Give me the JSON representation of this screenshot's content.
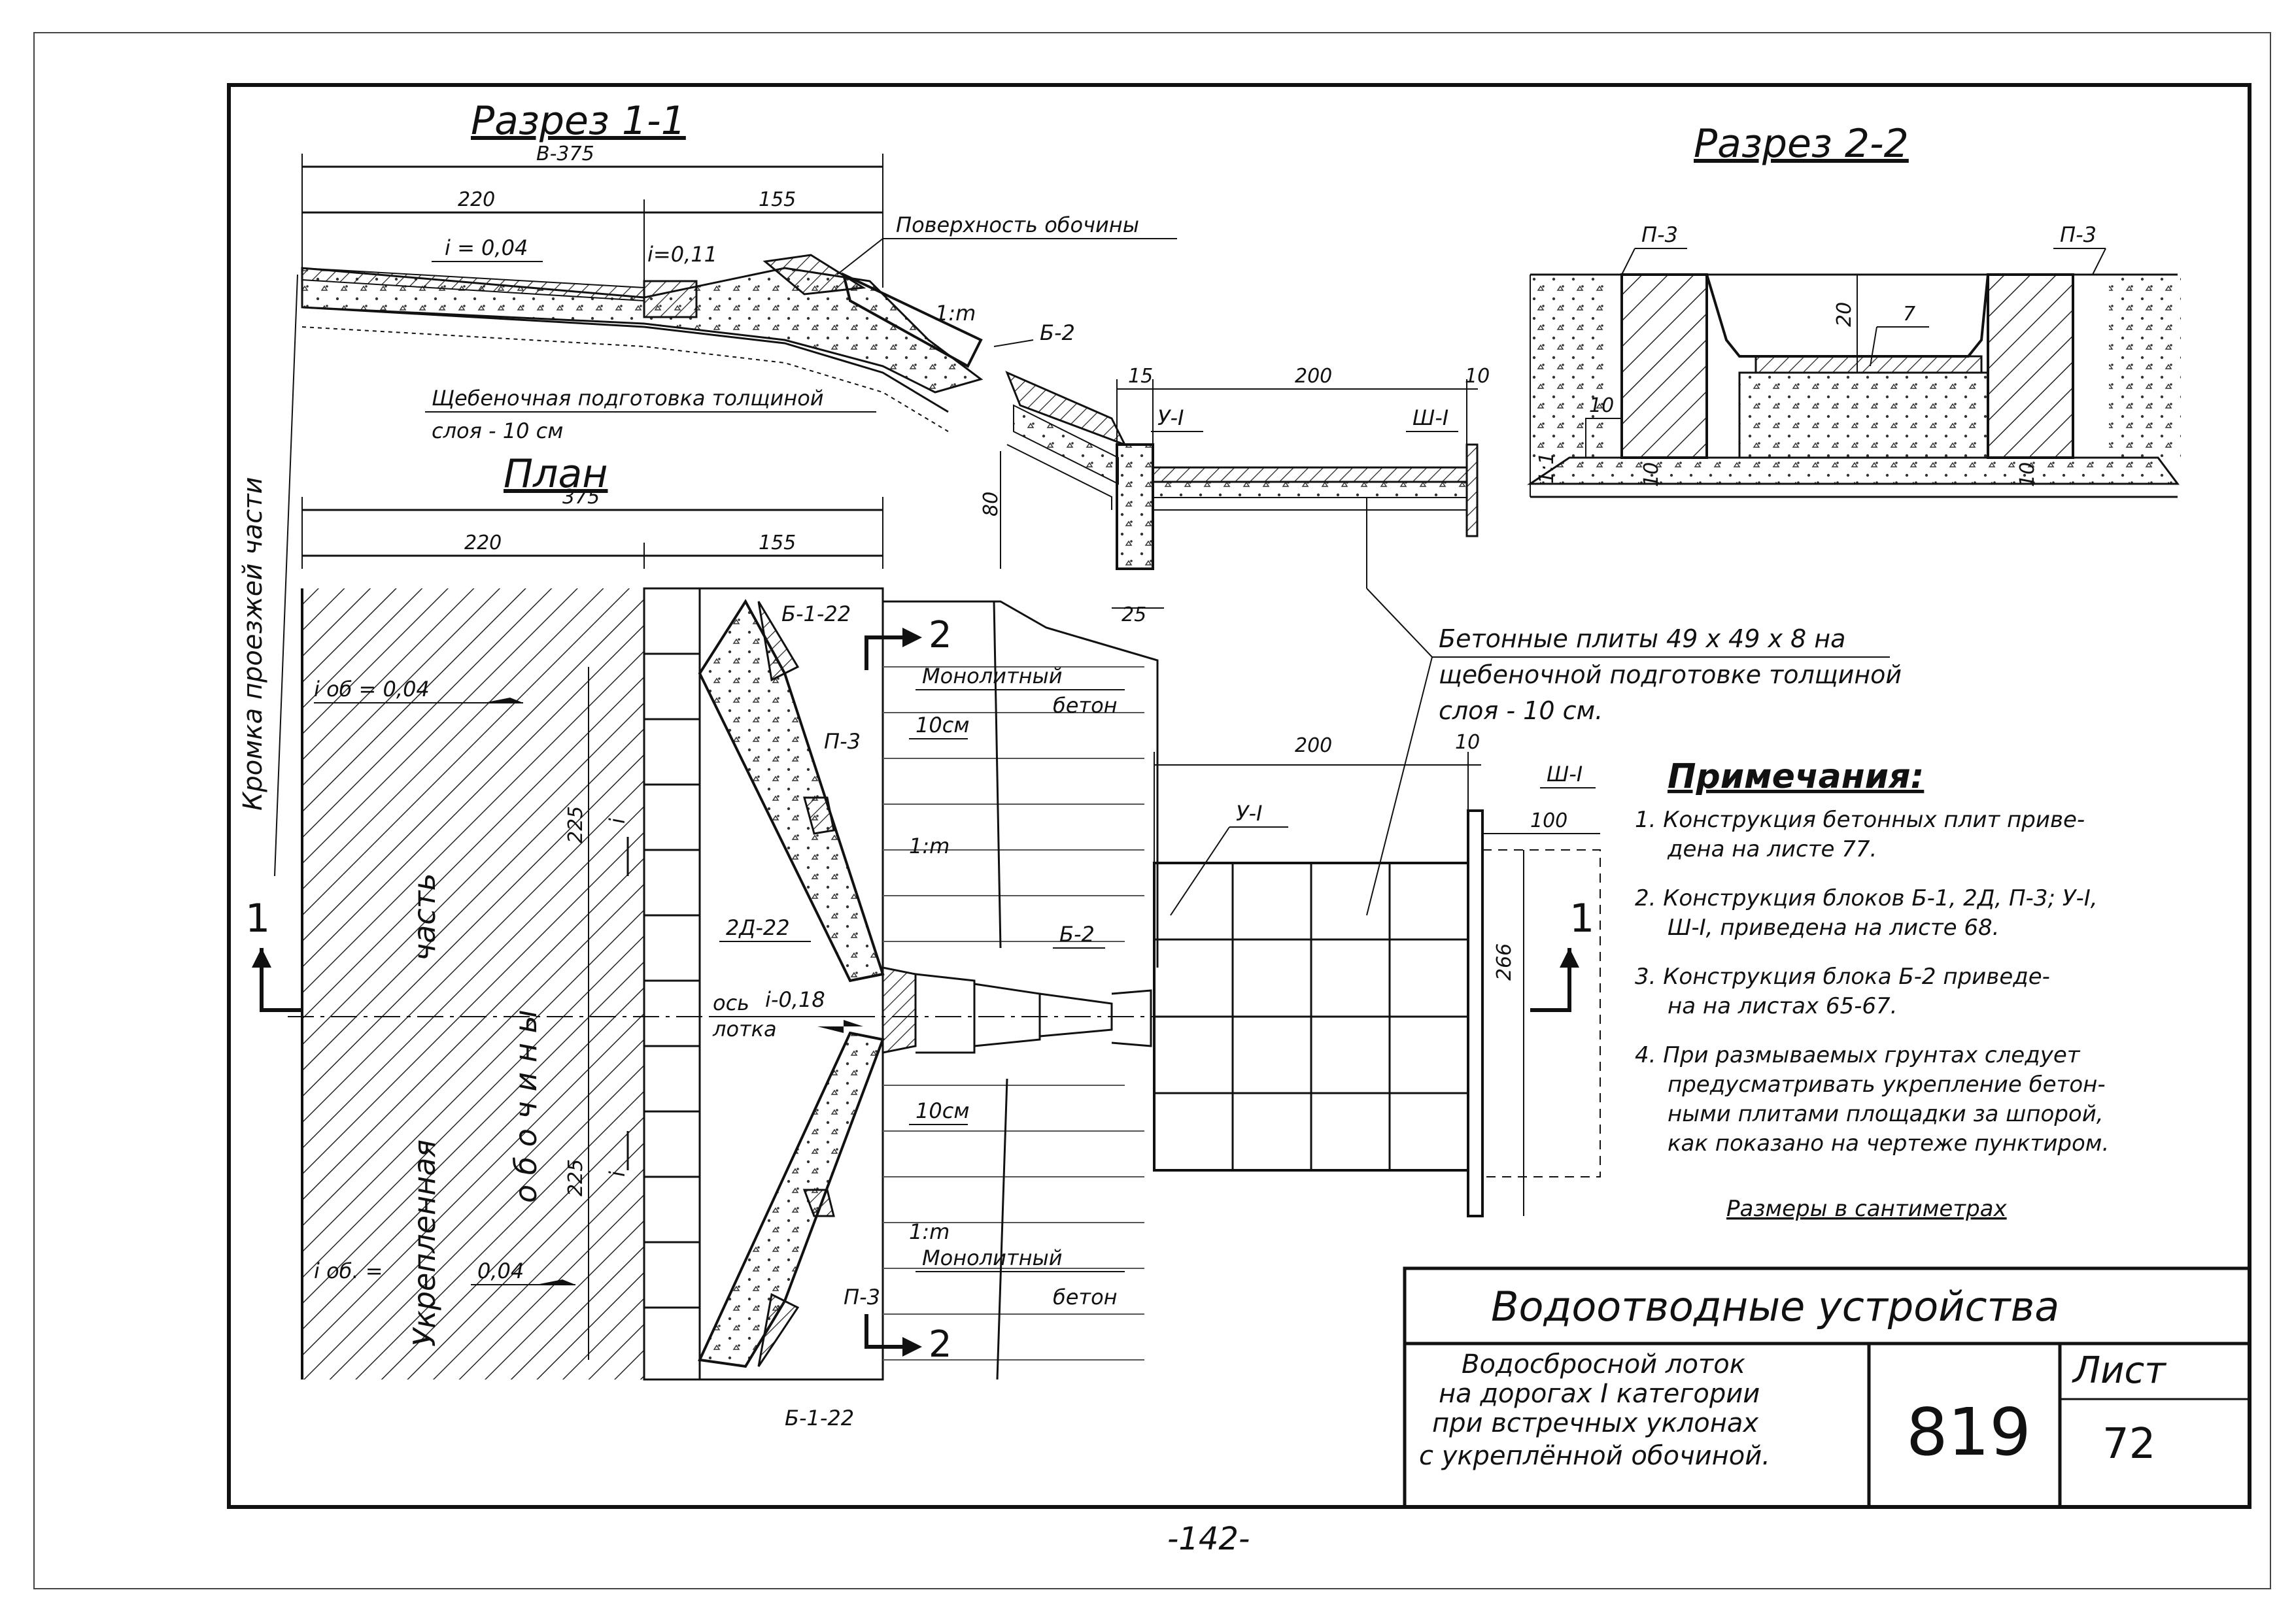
{
  "section_1_1": {
    "title": "Разрез 1-1",
    "dim_total": "В-375",
    "dim_220": "220",
    "dim_155": "155",
    "slope_main": "i = 0,04",
    "slope_small": "i=0,11",
    "surface_label": "Поверхность обочины",
    "slope_ratio": "1:m",
    "block_b2": "Б-2",
    "gravel_note_line1": "Щебеночная подготовка толщиной",
    "gravel_note_line2": "слоя - 10 см",
    "dim_15": "15",
    "dim_200": "200",
    "dim_10": "10",
    "dim_80": "80",
    "dim_25": "25",
    "block_u1": "У-I",
    "block_sh1": "Ш-I"
  },
  "side_label": "Кромка проезжей части",
  "plan": {
    "title": "План",
    "dim_375": "375",
    "dim_220": "220",
    "dim_155": "155",
    "slope_top": "i об = 0,04",
    "slope_bottom_prefix": "i об. =",
    "slope_bottom_value": "0,04",
    "dim_225_top": "225",
    "dim_225_bottom": "225",
    "slope_i": "i",
    "vertical_word_1": "Укрепленная",
    "vertical_word_2": "часть",
    "vertical_word_3": "о б о ч и н ы",
    "block_b1_22_top": "Б-1-22",
    "block_b1_22_bottom": "Б-1-22",
    "block_p3_top": "П-3",
    "block_p3_bottom": "П-3",
    "block_2d22": "2Д-22",
    "block_b2": "Б-2",
    "block_u1": "У-I",
    "block_sh1": "Ш-I",
    "monolith_1": "Монолитный",
    "monolith_2": "бетон",
    "cm10_top": "10см",
    "cm10_bottom": "10см",
    "ratio_top": "1:m",
    "ratio_bottom": "1:m",
    "axis_label_1": "ось",
    "axis_label_2": "лотка",
    "axis_slope": "i-0,18",
    "section_mark_1": "1",
    "section_mark_2": "2",
    "dim_200": "200",
    "dim_10": "10",
    "dim_100": "100",
    "dim_266": "266",
    "plates_line1": "Бетонные плиты 49 х 49 х 8 на",
    "plates_line2": "щебеночной подготовке толщиной",
    "plates_line3": "слоя - 10 см."
  },
  "section_2_2": {
    "title": "Разрез 2-2",
    "p3_left": "П-3",
    "p3_right": "П-3",
    "dim_20": "20",
    "dim_7": "7",
    "dim_10a": "10",
    "dim_10b": "10",
    "dim_10c": "10",
    "slope_11": "1:1"
  },
  "notes": {
    "heading": "Примечания:",
    "items": [
      [
        "1. Конструкция бетонных плит приве-",
        "дена на листе 77."
      ],
      [
        "2. Конструкция блоков Б-1, 2Д, П-3; У-I,",
        "Ш-I, приведена на листе 68."
      ],
      [
        "3. Конструкция блока Б-2 приведе-",
        "на на листах 65-67."
      ],
      [
        "4. При размываемых грунтах следует",
        "предусматривать укрепление бетон-",
        "ными плитами площадки за шпорой,",
        "как показано на чертеже пунктиром."
      ]
    ],
    "units": "Размеры в сантиметрах"
  },
  "title_block": {
    "title": "Водоотводные устройства",
    "desc": [
      "Водосбросной лоток",
      "на дорогах I категории",
      "при встречных уклонах",
      "с укреплённой обочиной."
    ],
    "number": "819",
    "sheet_label": "Лист",
    "sheet_number": "72"
  },
  "page_number": "-142-"
}
